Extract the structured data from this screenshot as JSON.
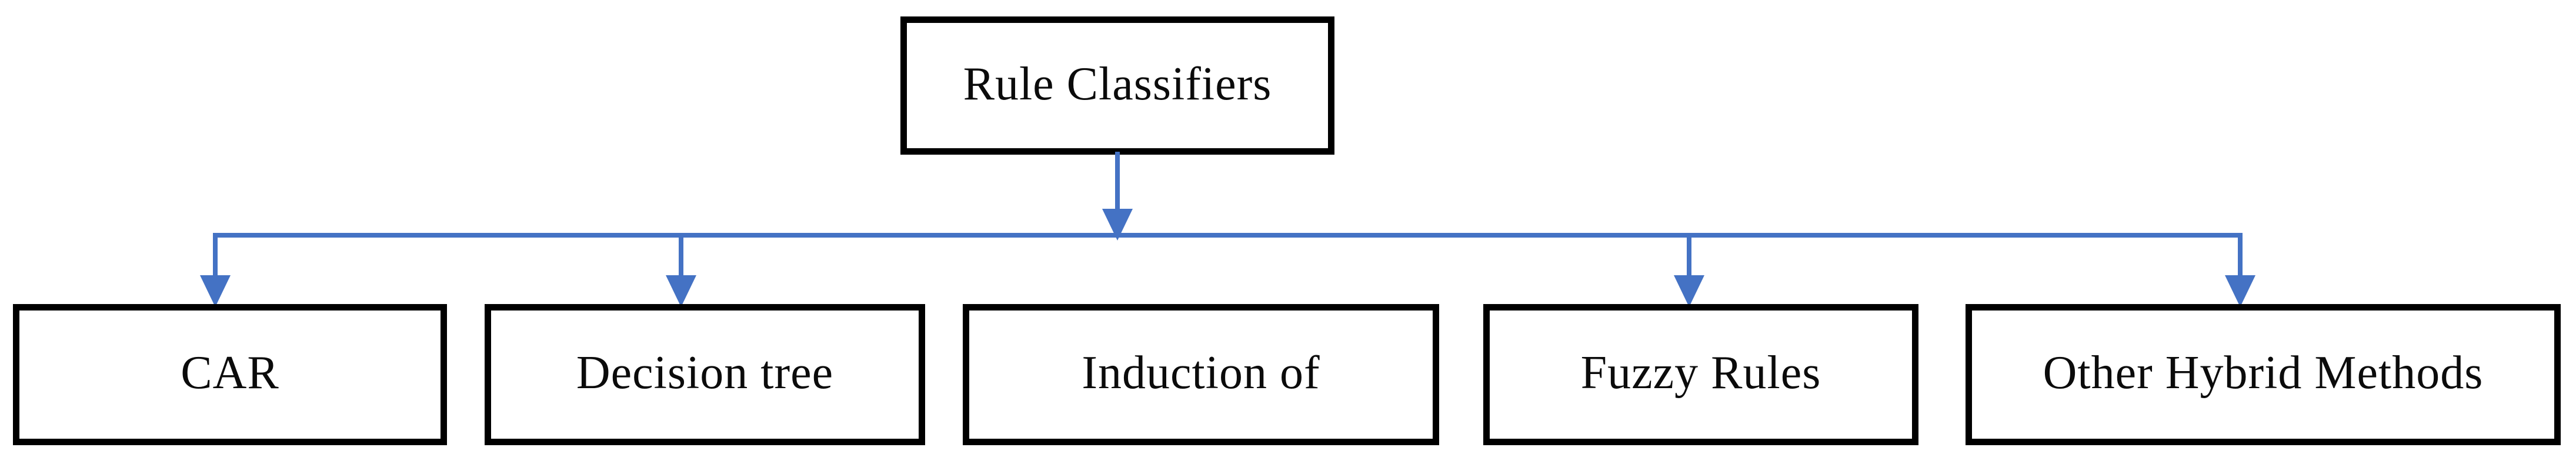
{
  "diagram": {
    "root": {
      "label": "Rule Classifiers"
    },
    "children": [
      {
        "label": "CAR"
      },
      {
        "label": "Decision tree"
      },
      {
        "label": "Induction of"
      },
      {
        "label": "Fuzzy Rules"
      },
      {
        "label": "Other Hybrid Methods"
      }
    ],
    "colors": {
      "connector": "#4472C4",
      "box_border": "#000000",
      "box_fill": "#FFFFFF",
      "text": "#0B0B0B",
      "background": "#FFFFFF"
    }
  }
}
